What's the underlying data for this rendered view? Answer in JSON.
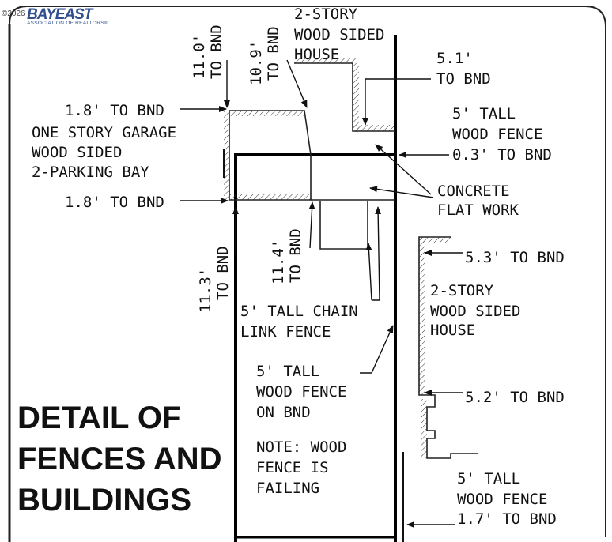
{
  "watermark": {
    "copyright": "©2026",
    "brand": "BAYEAST",
    "subtitle": "ASSOCIATION OF REALTORS®"
  },
  "title_lines": [
    "DETAIL OF",
    "FENCES AND",
    "BUILDINGS"
  ],
  "labels": {
    "house_top": [
      "2-STORY",
      "WOOD SIDED",
      "HOUSE"
    ],
    "dim_11_0": [
      "11.0'",
      "TO BND"
    ],
    "dim_10_9": [
      "10.9'",
      "TO BND"
    ],
    "dim_5_1": [
      "5.1'",
      "TO BND"
    ],
    "dim_1_8_top": "1.8' TO BND",
    "garage": [
      "ONE STORY GARAGE",
      "WOOD SIDED",
      "2-PARKING BAY"
    ],
    "fence_top_right": [
      "5' TALL",
      "WOOD FENCE"
    ],
    "dim_0_3": "0.3' TO BND",
    "concrete": [
      "CONCRETE",
      "FLAT WORK"
    ],
    "dim_1_8_bottom": "1.8' TO BND",
    "dim_11_4": [
      "11.4'",
      "TO BND"
    ],
    "dim_11_3": [
      "11.3'",
      "TO BND"
    ],
    "dim_5_3": "5.3' TO BND",
    "house_right": [
      "2-STORY",
      "WOOD SIDED",
      "HOUSE"
    ],
    "chain_link": [
      "5' TALL CHAIN",
      "LINK FENCE"
    ],
    "wood_fence_bnd": [
      "5' TALL",
      "WOOD FENCE",
      "ON BND"
    ],
    "dim_5_2": "5.2' TO BND",
    "note": [
      "NOTE: WOOD",
      "FENCE IS",
      "FAILING"
    ],
    "fence_bottom_right": [
      "5' TALL",
      "WOOD FENCE"
    ],
    "dim_1_7": "1.7' TO BND"
  }
}
